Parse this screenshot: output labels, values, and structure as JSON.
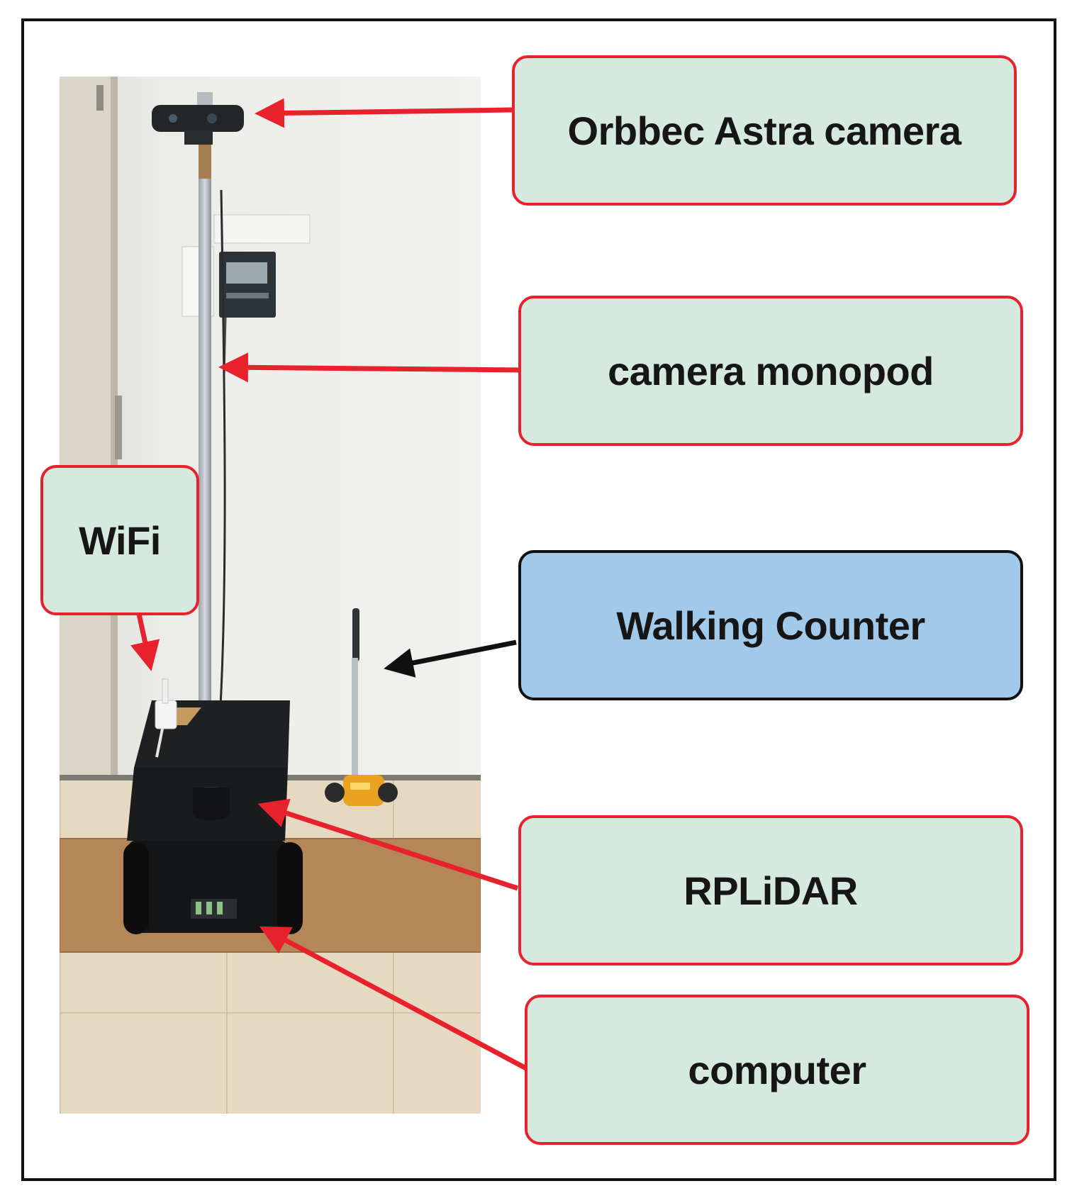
{
  "labels": {
    "camera": "Orbbec Astra camera",
    "monopod": "camera monopod",
    "wifi": "WiFi",
    "walking_counter": "Walking Counter",
    "rplidar": "RPLiDAR",
    "computer": "computer"
  },
  "colors": {
    "label_fill": "#d5e9de",
    "label_border": "#e8222d",
    "counter_fill": "#a1c9ea",
    "counter_border": "#111111",
    "arrow_red": "#e8222d",
    "arrow_black": "#111111"
  }
}
